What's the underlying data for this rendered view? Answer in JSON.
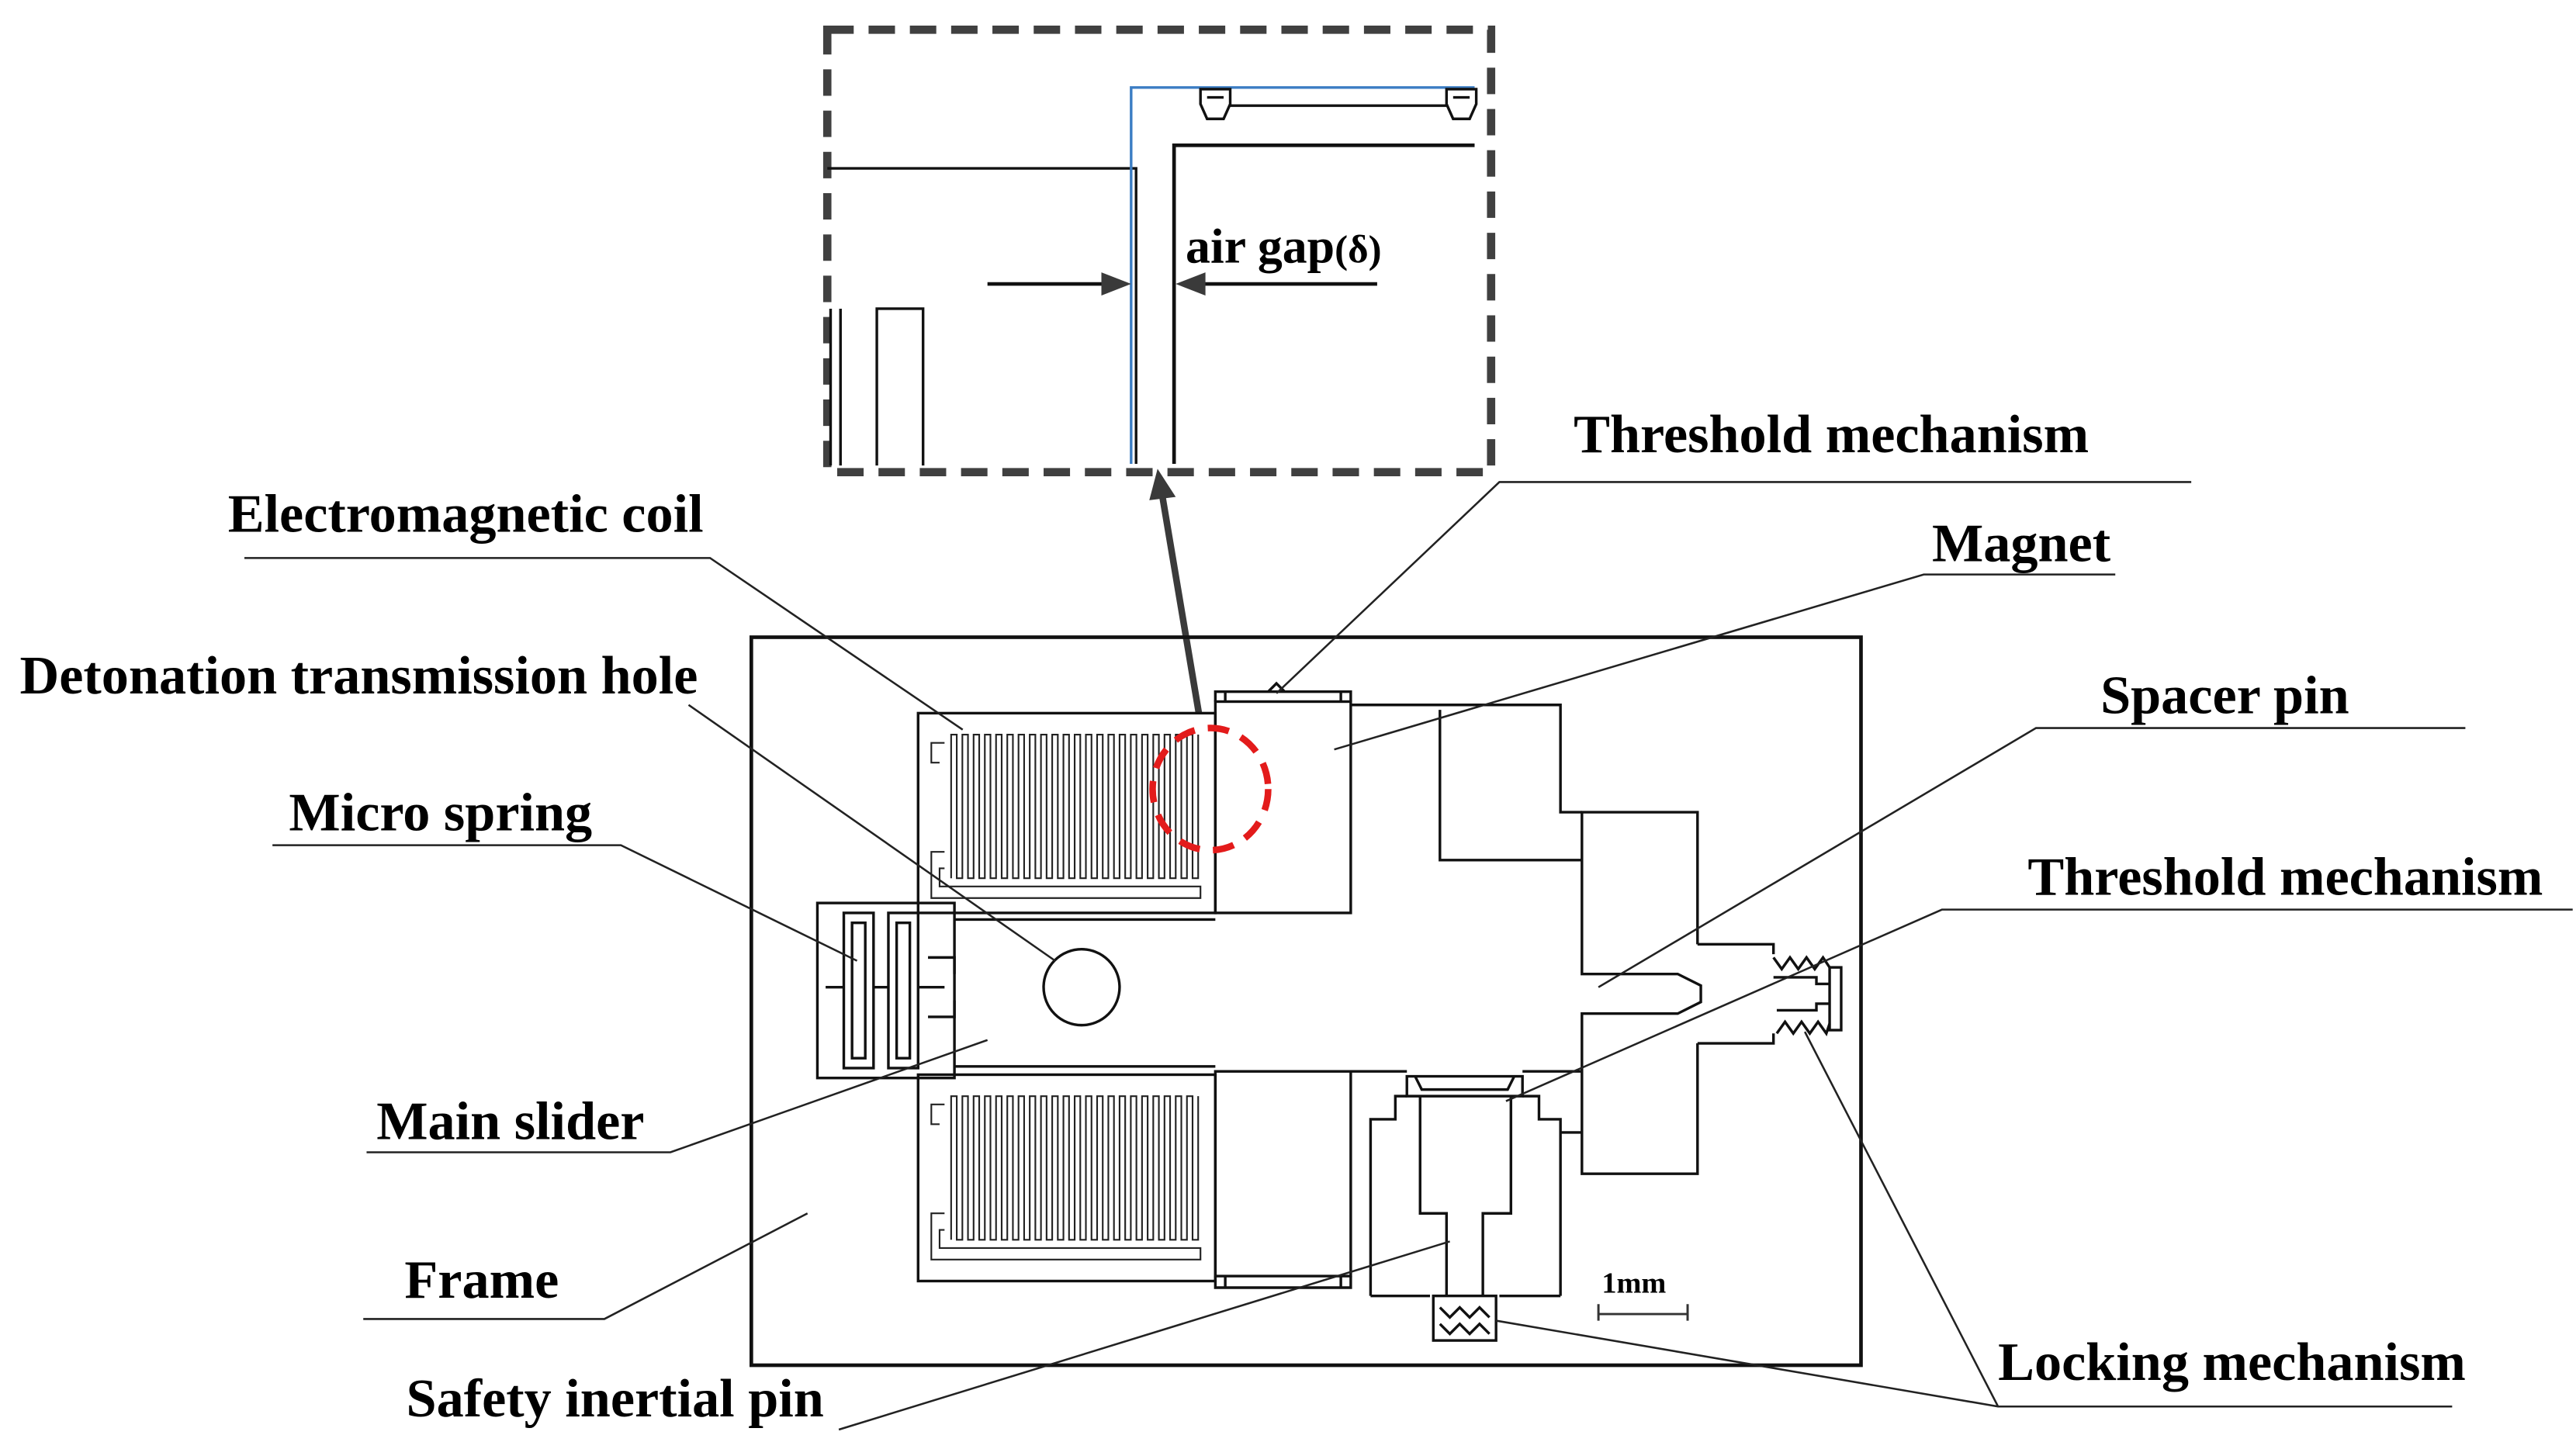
{
  "labels": {
    "threshold_mechanism_top": "Threshold mechanism",
    "electromagnetic_coil": "Electromagnetic coil",
    "magnet": "Magnet",
    "detonation_transmission_hole": "Detonation transmission hole",
    "spacer_pin": "Spacer pin",
    "micro_spring": "Micro spring",
    "threshold_mechanism_right": "Threshold mechanism",
    "main_slider": "Main slider",
    "frame": "Frame",
    "safety_inertial_pin": "Safety inertial pin",
    "locking_mechanism": "Locking mechanism"
  },
  "inset": {
    "air_gap_label": "air gap",
    "air_gap_symbol": "(δ)"
  },
  "scale_bar": {
    "label": "1mm"
  },
  "colors": {
    "inset_border": "#404040",
    "inset_blue_line": "#3b7dc4",
    "zoom_arrow": "#3a3a3a",
    "highlight_circle": "#e31b1b"
  }
}
